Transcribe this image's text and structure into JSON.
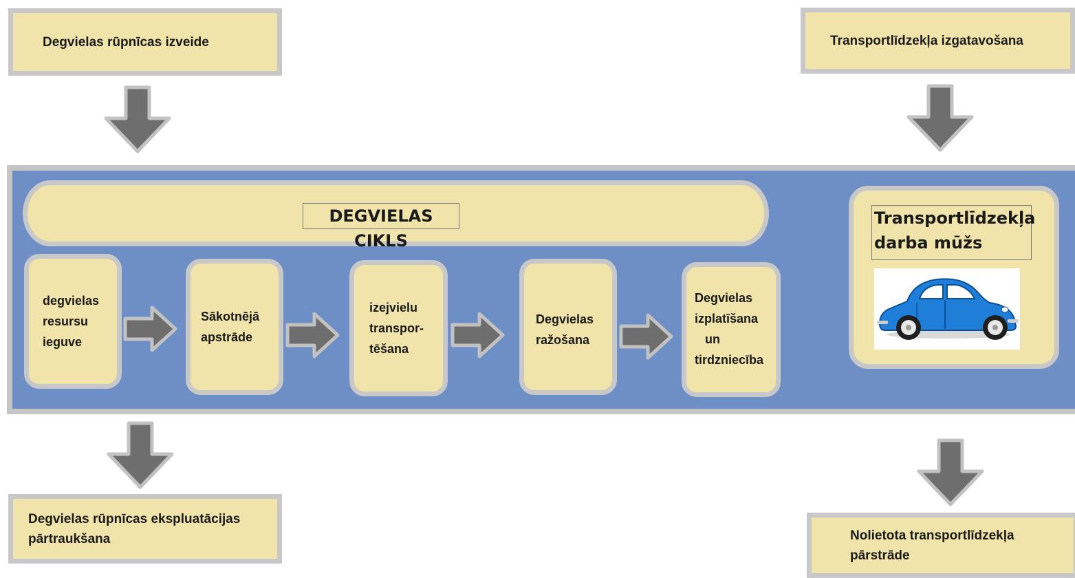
{
  "top_left_box": {
    "label": "Degvielas rūpnīcas izveide"
  },
  "top_right_box": {
    "label": "Transportlīdzekļa izgatavošana"
  },
  "fuel_cycle": {
    "title": "DEGVIELAS CIKLS",
    "stages": [
      {
        "label": "degvielas\nresursu\nieguve"
      },
      {
        "label": "Sākotnējā\napstrāde"
      },
      {
        "label": "izejvielu\ntranspor-\ntēšana"
      },
      {
        "label": "Degvielas\nražošana"
      },
      {
        "label": "Degvielas\nizplatīšana\n   un\ntirdzniecība"
      }
    ]
  },
  "vehicle_cycle": {
    "title": "Transportlīdzekļa\ndarba mūžs",
    "image": "blue-car"
  },
  "bottom_left_box": {
    "label": "Degvielas rūpnīcas ekspluatācijas\npārtraukšana"
  },
  "bottom_right_box": {
    "label": "Nolietota transportlīdzekļa\npārstrāde"
  },
  "colors": {
    "box_fill": "#f1e4ab",
    "box_border": "#c8c8c8",
    "band_fill": "#6d8fc5",
    "arrow_fill": "#6e6e6e",
    "car_body": "#1f7ed8"
  }
}
